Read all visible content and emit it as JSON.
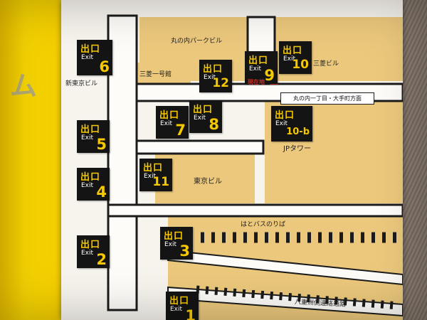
{
  "sign": {
    "left_strip_text": "ム"
  },
  "map": {
    "exits": [
      {
        "kanji": "出口",
        "en": "Exit",
        "num": "6"
      },
      {
        "kanji": "出口",
        "en": "Exit",
        "num": "12"
      },
      {
        "kanji": "出口",
        "en": "Exit",
        "num": "9"
      },
      {
        "kanji": "出口",
        "en": "Exit",
        "num": "10"
      },
      {
        "kanji": "出口",
        "en": "Exit",
        "num": "7"
      },
      {
        "kanji": "出口",
        "en": "Exit",
        "num": "8"
      },
      {
        "kanji": "出口",
        "en": "Exit",
        "num": "10-b"
      },
      {
        "kanji": "出口",
        "en": "Exit",
        "num": "5"
      },
      {
        "kanji": "出口",
        "en": "Exit",
        "num": "11"
      },
      {
        "kanji": "出口",
        "en": "Exit",
        "num": "4"
      },
      {
        "kanji": "出口",
        "en": "Exit",
        "num": "3"
      },
      {
        "kanji": "出口",
        "en": "Exit",
        "num": "2"
      },
      {
        "kanji": "出口",
        "en": "Exit",
        "num": "1"
      }
    ],
    "labels": {
      "park_building": "丸の内パークビル",
      "mitsubishi_ichigokan": "三菱一号館",
      "mitsubishi_building": "三菱ビル",
      "shin_tokyo_building": "新東京ビル",
      "current_location": "現在地",
      "direction_sign": "丸の内一丁目・大手町方面",
      "jp_tower": "JPタワー",
      "tokyo_building": "東京ビル",
      "hato_bus": "はとバスのりば",
      "yaesu_passage": "八重洲側連絡通路"
    },
    "colors": {
      "strip_yellow": "#f8d603",
      "building_tan": "#ebc87c",
      "exit_black": "#141414",
      "exit_yellow": "#f5c800",
      "current_red": "#d3281e",
      "panel_white": "#f7f4ee"
    }
  }
}
